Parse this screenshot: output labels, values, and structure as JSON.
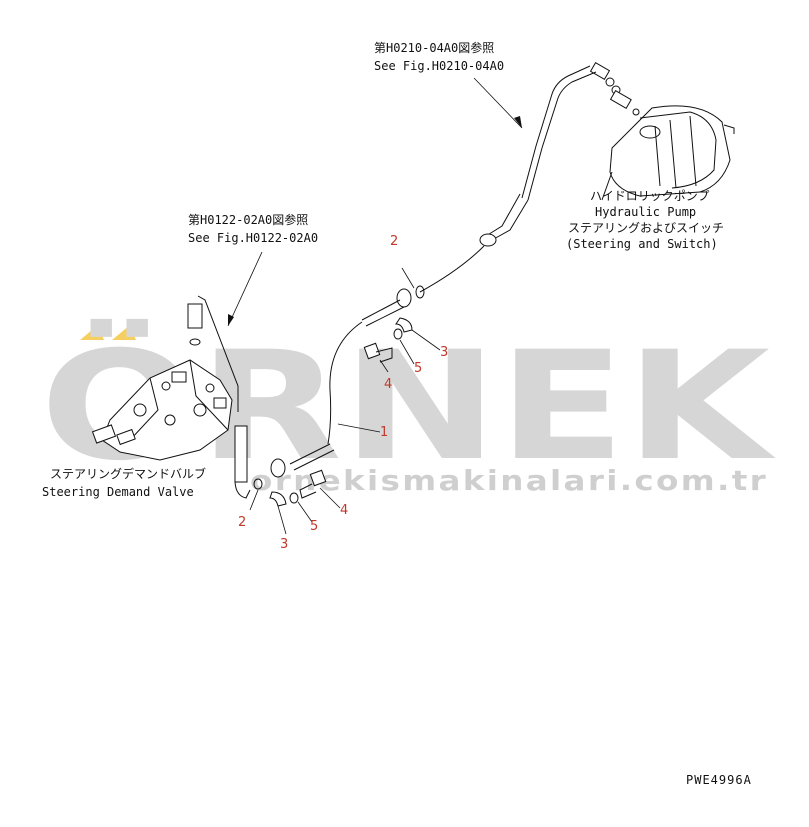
{
  "watermark": {
    "brand": "ÖRNEK",
    "url": "ornekismakinalari.com.tr",
    "accent_color": "#f5d061",
    "text_color": "#d6d6d6"
  },
  "references": {
    "pump_ref_jp": "第H0210-04A0図参照",
    "pump_ref_en": "See Fig.H0210-04A0",
    "valve_ref_jp": "第H0122-02A0図参照",
    "valve_ref_en": "See Fig.H0122-02A0"
  },
  "components": {
    "pump_jp": "ハイドロリックポンプ",
    "pump_en": "Hydraulic Pump",
    "pump_sub_jp": "ステアリングおよびスイッチ",
    "pump_sub_en": "(Steering and Switch)",
    "valve_jp": "ステアリングデマンドバルブ",
    "valve_en": "Steering Demand Valve"
  },
  "callouts": {
    "hose": "1",
    "oring_top": "2",
    "oring_bottom": "2",
    "clamp_top": "3",
    "clamp_bottom": "3",
    "bolt_top": "4",
    "bolt_bottom": "4",
    "washer_top": "5",
    "washer_bottom": "5"
  },
  "drawing_code": "PWE4996A"
}
